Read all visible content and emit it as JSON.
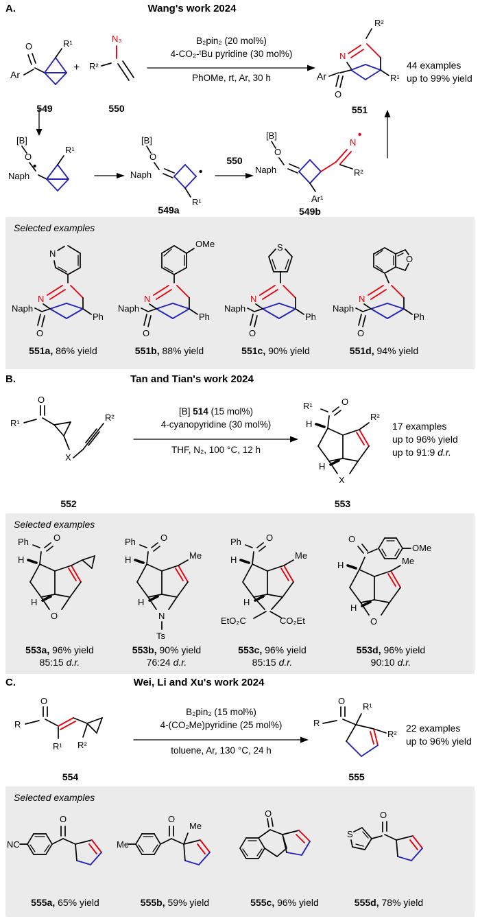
{
  "atoms": {
    "O": "O",
    "N": "N",
    "S": "S",
    "X": "X",
    "H": "H",
    "Ar": "Ar",
    "Ar1": "Ar¹",
    "R": "R",
    "R1": "R¹",
    "R2": "R²",
    "Ph": "Ph",
    "Me": "Me",
    "Naph": "Naph",
    "N3": "N₃",
    "B": "[B]",
    "OMe": "OMe",
    "Ts": "Ts",
    "NC": "NC",
    "EtO2C": "EtO₂C",
    "CO2Et": "CO₂Et",
    "dot": "•",
    "plus": "+"
  },
  "panelA": {
    "label": "A.",
    "title": "Wang's work 2024",
    "conditions_above": [
      "B₂pin₂ (20 mol%)",
      "4-CO₂-ᵗBu pyridine (30 mol%)"
    ],
    "conditions_below": "PhOMe, rt, Ar, 30 h",
    "result_lines": [
      "44 examples",
      "up to 99% yield"
    ],
    "compounds": {
      "reactant1": "549",
      "reactant2": "550",
      "product": "551",
      "int1": "549a",
      "int2": "549b"
    },
    "int_reagent": "550",
    "selected_examples_label": "Selected examples",
    "examples": [
      {
        "id": "551a,",
        "yield": "86% yield"
      },
      {
        "id": "551b,",
        "yield": "88% yield"
      },
      {
        "id": "551c,",
        "yield": "90% yield"
      },
      {
        "id": "551d,",
        "yield": "94% yield"
      }
    ]
  },
  "panelB": {
    "label": "B.",
    "title": "Tan and Tian's work 2024",
    "cond1_pre": "[B]",
    "cond1_num": "514",
    "cond1_post": "(15 mol%)",
    "cond2": "4-cyanopyridine (30 mol%)",
    "conditions_below": "THF, N₂, 100 °C, 12 h",
    "result_lines": [
      "17 examples",
      "up to 96% yield"
    ],
    "result_ratio": "up to 91:9",
    "dr": "d.r.",
    "compounds": {
      "reactant": "552",
      "product": "553"
    },
    "selected_examples_label": "Selected examples",
    "examples": [
      {
        "id": "553a,",
        "yield": "96% yield",
        "ratio": "85:15",
        "dr": "d.r."
      },
      {
        "id": "553b,",
        "yield": "90% yield",
        "ratio": "76:24",
        "dr": "d.r."
      },
      {
        "id": "553c,",
        "yield": "96% yield",
        "ratio": "85:15",
        "dr": "d.r."
      },
      {
        "id": "553d,",
        "yield": "96% yield",
        "ratio": "90:10",
        "dr": "d.r."
      }
    ]
  },
  "panelC": {
    "label": "C.",
    "title": "Wei, Li and Xu's work 2024",
    "conditions_above": [
      "B₂pin₂ (15 mol%)",
      "4-(CO₂Me)pyridine (25 mol%)"
    ],
    "conditions_below": "toluene, Ar, 130 °C, 24 h",
    "result_lines": [
      "22 examples",
      "up to 96% yield"
    ],
    "compounds": {
      "reactant": "554",
      "product": "555"
    },
    "selected_examples_label": "Selected examples",
    "examples": [
      {
        "id": "555a,",
        "yield": "65% yield"
      },
      {
        "id": "555b,",
        "yield": "59% yield"
      },
      {
        "id": "555c,",
        "yield": "96% yield"
      },
      {
        "id": "555d,",
        "yield": "78% yield"
      }
    ]
  },
  "colors": {
    "red": "#e8000d",
    "blue": "#2323bb",
    "box_bg": "#ebebeb"
  }
}
